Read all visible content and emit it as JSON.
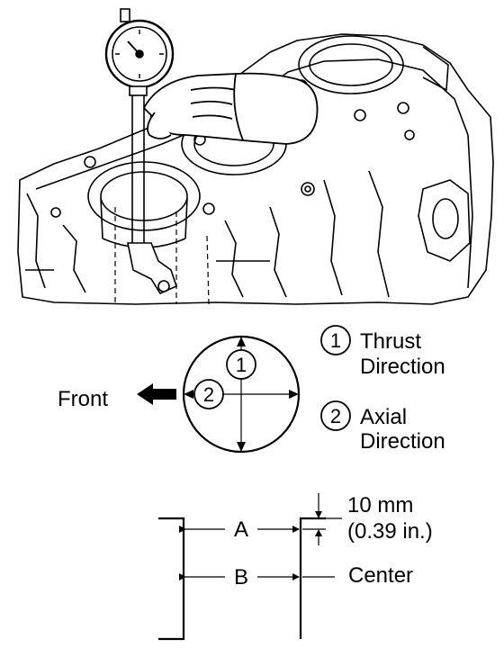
{
  "illustration": {
    "subject": "dial-bore-gauge-on-cylinder-block"
  },
  "circle_diagram": {
    "marker_1": "1",
    "marker_2": "2",
    "front_label": "Front"
  },
  "legend": {
    "item1": {
      "num": "1",
      "line1": "Thrust",
      "line2": "Direction"
    },
    "item2": {
      "num": "2",
      "line1": "Axial",
      "line2": "Direction"
    }
  },
  "section_diagram": {
    "label_a": "A",
    "label_b": "B",
    "offset_line1": "10 mm",
    "offset_line2": "(0.39 in.)",
    "center_label": "Center"
  },
  "colors": {
    "ink": "#000000",
    "background": "#ffffff"
  }
}
